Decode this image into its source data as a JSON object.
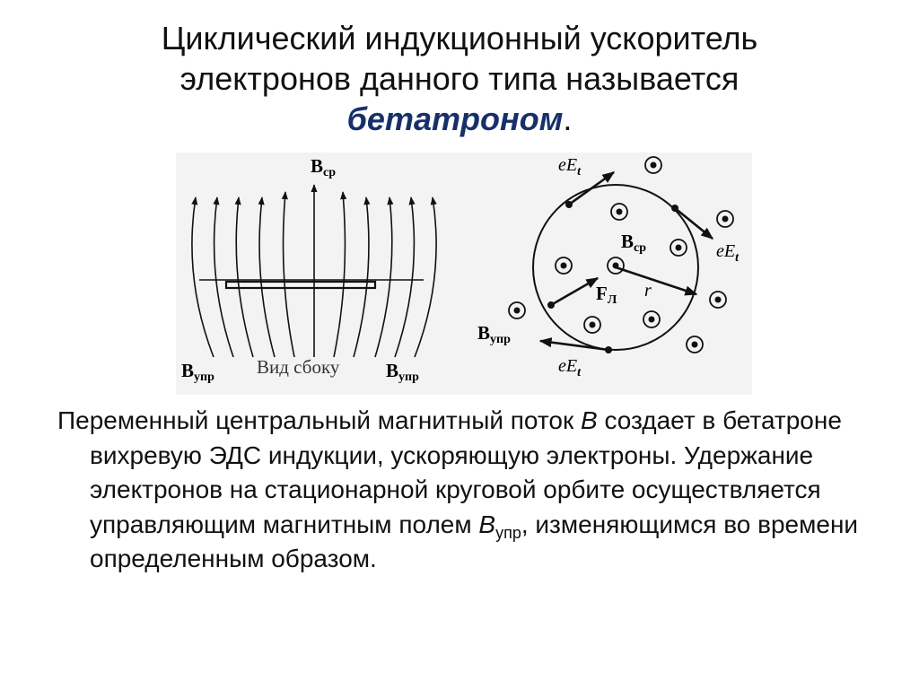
{
  "title": {
    "line1": "Циклический индукционный ускоритель",
    "line2": "электронов данного типа называется",
    "highlight": "бетатроном",
    "period": "."
  },
  "figure": {
    "side_view": {
      "top_field_label": "B",
      "top_field_sub": "ср",
      "left_field_label": "B",
      "left_field_sub": "упр",
      "right_field_label": "B",
      "right_field_sub": "упр",
      "caption": "Вид сбоку"
    },
    "top_view": {
      "eEt_top": {
        "main": "eE",
        "sub": "t"
      },
      "eEt_right": {
        "main": "eE",
        "sub": "t"
      },
      "eEt_bottom": {
        "main": "eE",
        "sub": "t"
      },
      "center_field_label": "B",
      "center_field_sub": "ср",
      "radius_label": "r",
      "force_label": "F",
      "force_sub": "Л",
      "outer_field_label": "B",
      "outer_field_sub": "упр"
    }
  },
  "body": {
    "part1": "Переменный центральный магнитный поток ",
    "var_B": "B",
    "part2": " создает в бетатроне вихревую ЭДС индукции, ускоряющую электроны. Удержание электронов на стационарной круговой орбите осуществляется управляющим магнитным полем ",
    "var_Bupr": "B",
    "var_Bupr_sub": "упр",
    "part3": ", изменяющимся во времени определенным образом."
  },
  "colors": {
    "highlight": "#17306b",
    "figure_background": "#f3f3f3",
    "ink": "#111111"
  }
}
